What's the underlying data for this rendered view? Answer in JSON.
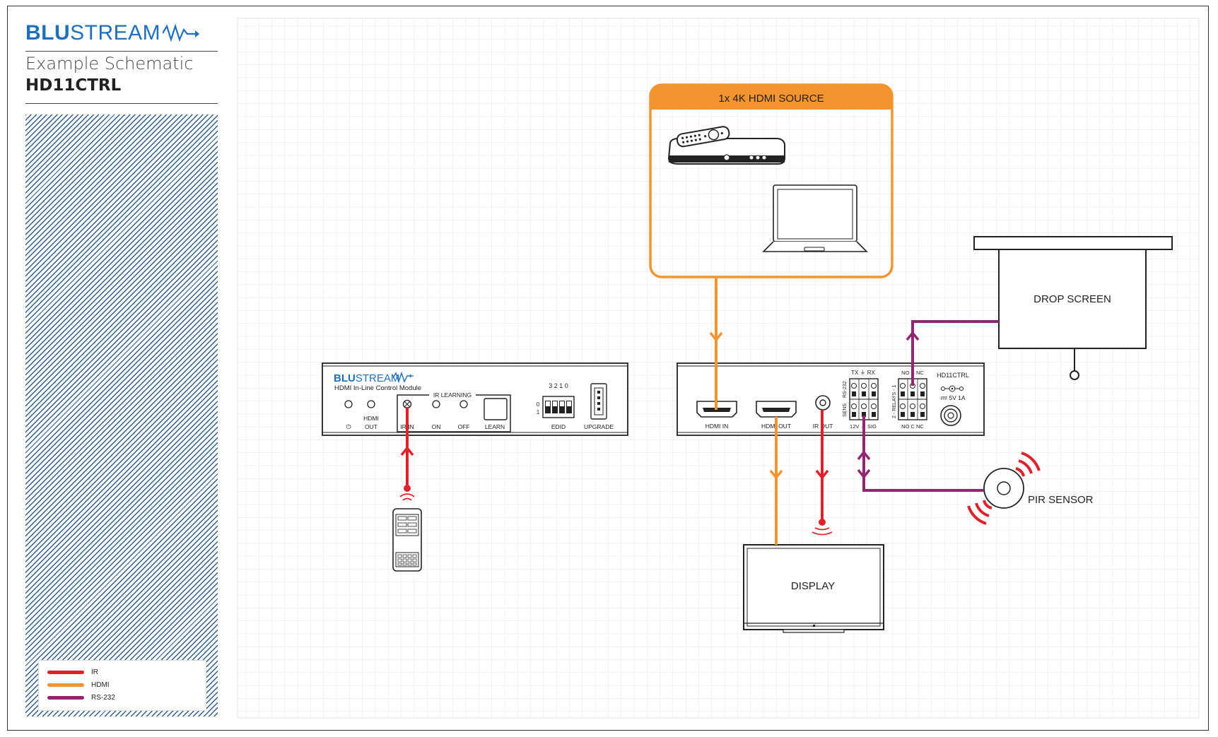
{
  "brand": {
    "name_bold": "BLU",
    "name_rest": "STREAM",
    "color": "#1f6fbf"
  },
  "header": {
    "subtitle": "Example Schematic",
    "model": "HD11CTRL"
  },
  "legend": [
    {
      "label": "IR",
      "color": "#e0212a"
    },
    {
      "label": "HDMI",
      "color": "#f39430"
    },
    {
      "label": "RS-232",
      "color": "#93276f"
    }
  ],
  "source_box": {
    "title": "1x 4K HDMI SOURCE",
    "color": "#f39430"
  },
  "module": {
    "brand_bold": "BLU",
    "brand_rest": "STREAM",
    "name": "HDMI In-Line Control Module",
    "ir_learning": "IR LEARNING",
    "hdmi_out_top": "HDMI",
    "hdmi_out_bottom": "OUT",
    "ir_in": "IR IN",
    "on": "ON",
    "off": "OFF",
    "learn": "LEARN",
    "edid_nums": "3 2 1 0",
    "edid_zero": "0",
    "edid_one": "1",
    "edid": "EDID",
    "upgrade": "UPGRADE",
    "power_symbol": "⏻"
  },
  "controller": {
    "hdmi_in": "HDMI IN",
    "hdmi_out": "HDMI OUT",
    "ir_out": "IR OUT",
    "tx_rx": "TX ⏚ RX",
    "rs232": "RS-232",
    "sens": "SENS",
    "sig": "12V ⏚ SIG",
    "no_c_nc_top": "NO C NC",
    "no_c_nc_bottom": "NO C NC",
    "relays": "2 - RELAYS - 1",
    "model": "HD11CTRL",
    "power": "5V 1A"
  },
  "labels": {
    "drop_screen": "DROP SCREEN",
    "display": "DISPLAY",
    "pir_sensor": "PIR SENSOR"
  }
}
